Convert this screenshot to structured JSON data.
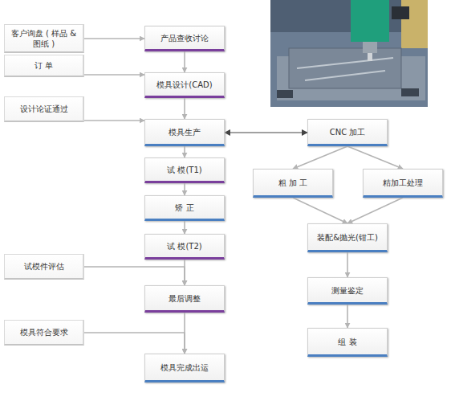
{
  "diagram": {
    "nodes": [
      {
        "text": [
          "客户询盘 ( 样品 & 图纸 )"
        ]
      },
      {
        "text": [
          "产品查收讨论"
        ]
      },
      {
        "text": [
          "订 单"
        ]
      },
      {
        "text": [
          "模具设计(CAD)"
        ]
      },
      {
        "text": [
          "设计论证通过"
        ]
      },
      {
        "text": [
          "模具生产"
        ]
      },
      {
        "text": [
          "CNC 加工"
        ]
      },
      {
        "text": [
          "粗 加 工"
        ]
      },
      {
        "text": [
          "精加工处理"
        ]
      },
      {
        "text": [
          "试 模(T1)"
        ]
      },
      {
        "text": [
          "矫 正"
        ]
      },
      {
        "text": [
          "装配&抛光(钳工)"
        ]
      },
      {
        "text": [
          "试 模(T2)"
        ]
      },
      {
        "text": [
          "试模件评估"
        ]
      },
      {
        "text": [
          "测量鉴定"
        ]
      },
      {
        "text": [
          "最后调整"
        ]
      },
      {
        "text": [
          "模具符合要求"
        ]
      },
      {
        "text": [
          "组 装"
        ]
      },
      {
        "text": [
          "模具完成出运"
        ]
      }
    ],
    "edges": [
      {
        "from": 0,
        "to": 1,
        "arrow": "to"
      },
      {
        "from": 1,
        "to": 3,
        "arrow": "to"
      },
      {
        "from": 2,
        "to": 3,
        "arrow": "to"
      },
      {
        "from": 3,
        "to": 5,
        "arrow": "to"
      },
      {
        "from": 4,
        "to": 5,
        "arrow": "to"
      },
      {
        "from": 5,
        "to": 6,
        "arrow": "both"
      },
      {
        "from": 6,
        "to": 7,
        "arrow": "to"
      },
      {
        "from": 6,
        "to": 8,
        "arrow": "to"
      },
      {
        "from": 5,
        "to": 9,
        "arrow": "to"
      },
      {
        "from": 9,
        "to": 10,
        "arrow": "to"
      },
      {
        "from": 10,
        "to": 12,
        "arrow": "to"
      },
      {
        "from": 7,
        "to": 11,
        "arrow": "to"
      },
      {
        "from": 8,
        "to": 11,
        "arrow": "to"
      },
      {
        "from": 11,
        "to": 14,
        "arrow": "to"
      },
      {
        "from": 12,
        "to": 15,
        "arrow": "to"
      },
      {
        "from": 13,
        "to": 15,
        "arrow": "to"
      },
      {
        "from": 14,
        "to": 17,
        "arrow": "to"
      },
      {
        "from": 15,
        "to": 18,
        "arrow": "to"
      },
      {
        "from": 16,
        "to": 18,
        "arrow": "to"
      }
    ]
  }
}
